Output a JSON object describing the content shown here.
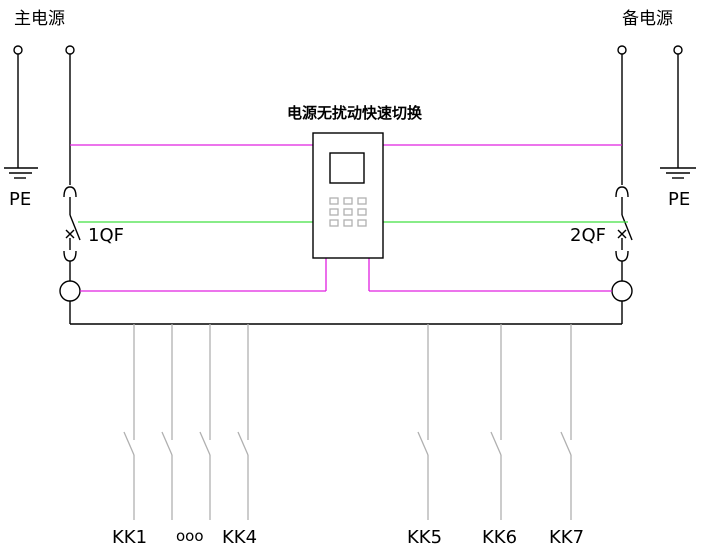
{
  "main_source_label": "主电源",
  "backup_source_label": "备电源",
  "device_title": "电源无扰动快速切换",
  "pe_left": "PE",
  "pe_right": "PE",
  "breaker_left": "1QF",
  "breaker_right": "2QF",
  "feeders_left": [
    "KK1",
    "KK4"
  ],
  "ellipsis": "ooo",
  "feeders_right": [
    "KK5",
    "KK6",
    "KK7"
  ],
  "colors": {
    "phase": "#e020e0",
    "control": "#40e040",
    "feeder": "#b0b0b0"
  }
}
